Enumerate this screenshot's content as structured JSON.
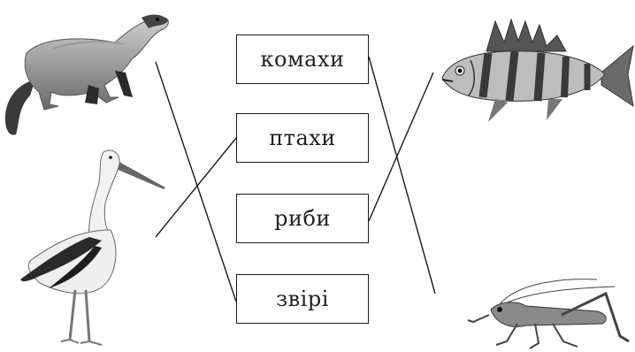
{
  "categories": [
    {
      "label": "комахи"
    },
    {
      "label": "птахи"
    },
    {
      "label": "риби"
    },
    {
      "label": "звірі"
    }
  ],
  "animals": [
    {
      "icon": "ferret-icon",
      "side": "left"
    },
    {
      "icon": "stork-icon",
      "side": "left"
    },
    {
      "icon": "fish-icon",
      "side": "right"
    },
    {
      "icon": "cricket-icon",
      "side": "right"
    }
  ],
  "colors": {
    "line": "#1a1a1a",
    "box_border": "#1a1a1a",
    "text": "#222222"
  }
}
